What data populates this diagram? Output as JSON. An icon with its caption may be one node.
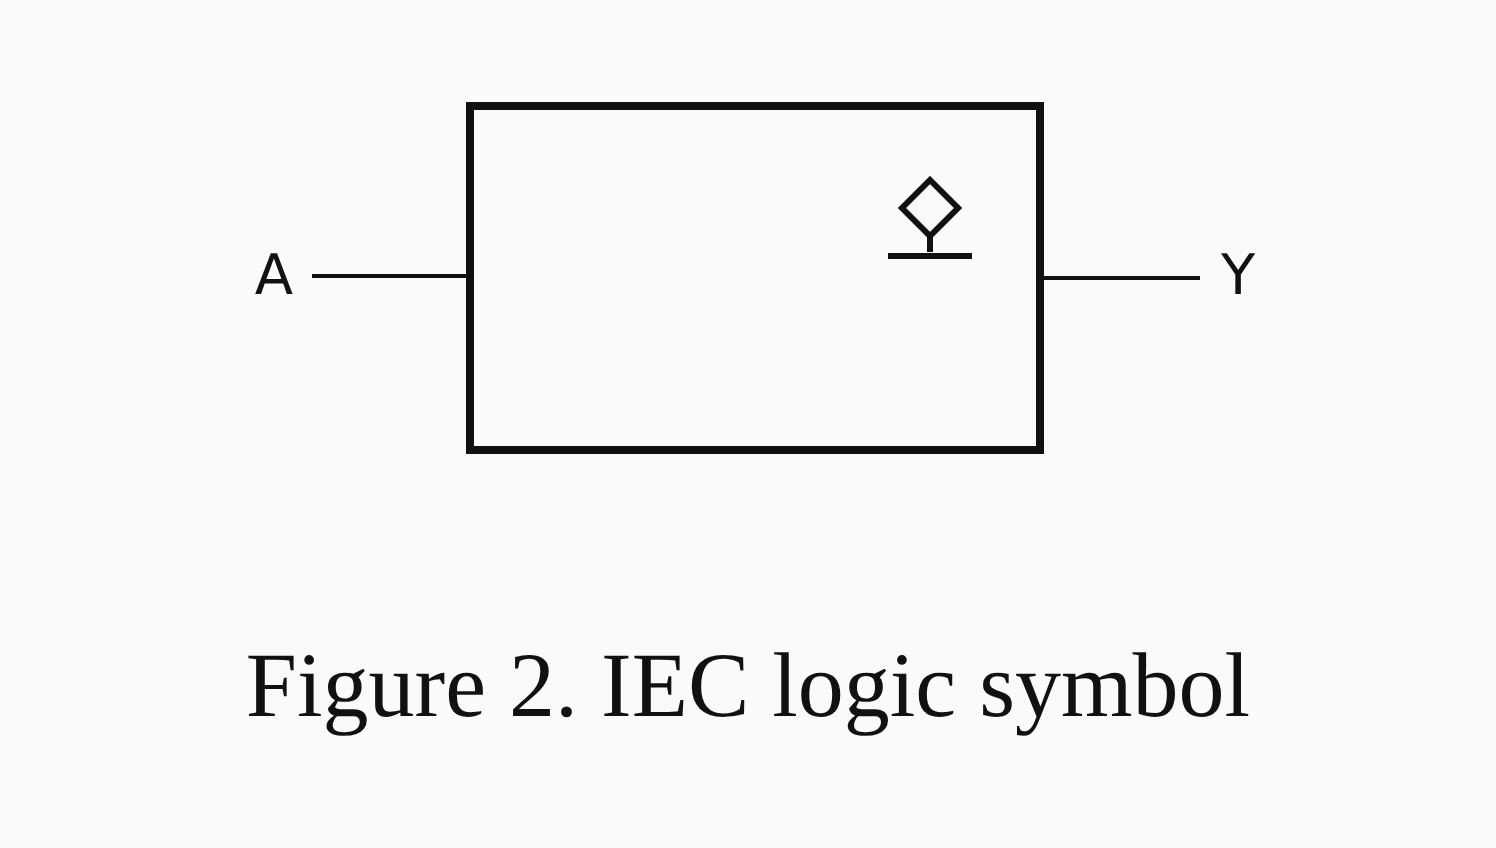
{
  "diagram": {
    "caption": "Figure 2. IEC logic symbol",
    "nodes": [
      {
        "text": [
          "A"
        ]
      },
      {
        "text": [],
        "shape": "box"
      },
      {
        "text": [
          "Y"
        ]
      }
    ],
    "edges": [
      {
        "from": 0,
        "to": 1,
        "arrow": "none"
      },
      {
        "from": 1,
        "to": 2,
        "arrow": "none"
      }
    ]
  }
}
